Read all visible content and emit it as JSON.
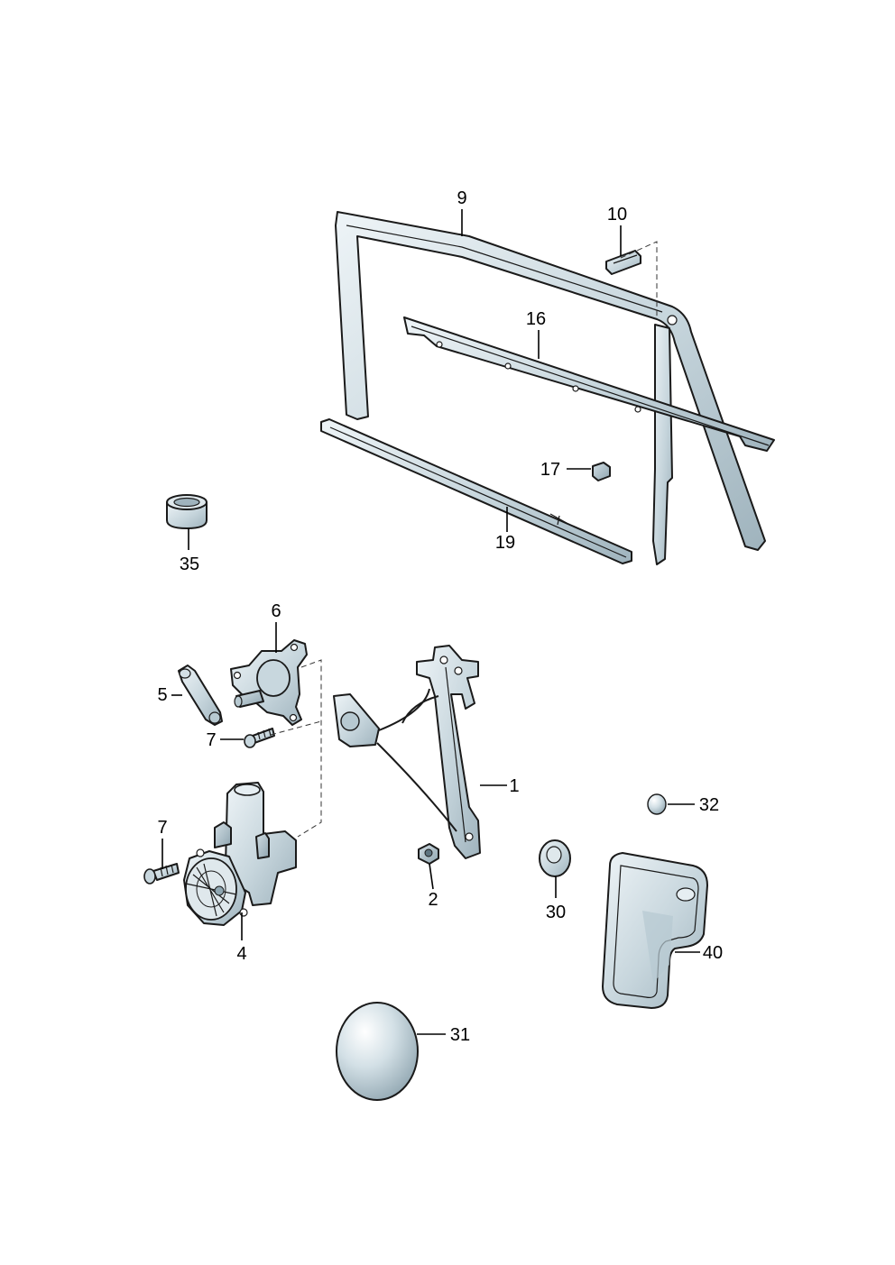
{
  "callouts": {
    "c1": "1",
    "c2": "2",
    "c4": "4",
    "c5": "5",
    "c6": "6",
    "c7a": "7",
    "c7b": "7",
    "c9": "9",
    "c10": "10",
    "c16": "16",
    "c17": "17",
    "c19": "19",
    "c30": "30",
    "c31": "31",
    "c32": "32",
    "c35": "35",
    "c40": "40"
  },
  "colors": {
    "part_light": "#e6eef2",
    "part_mid": "#b7c9d1",
    "part_dark": "#8fa6b1",
    "outline": "#1a1a1a"
  }
}
